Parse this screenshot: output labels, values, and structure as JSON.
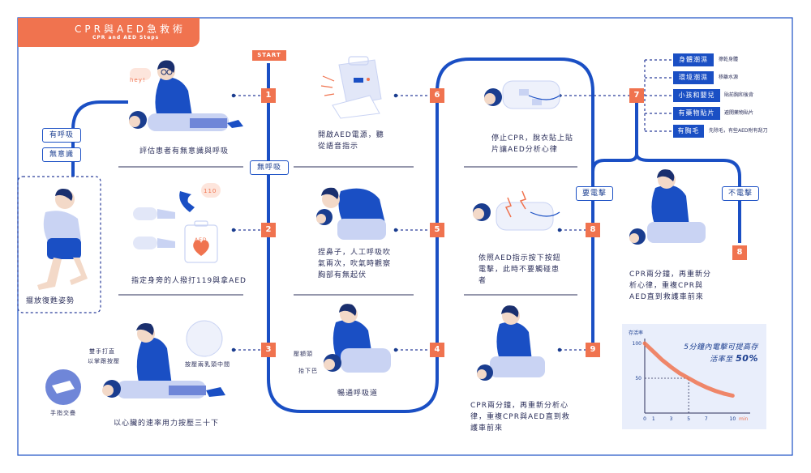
{
  "header": {
    "title": "CPR與AED急救術",
    "subtitle": "CPR and AED Steps"
  },
  "start_label": "START",
  "branch_labels": {
    "breathing": "有呼吸",
    "unconscious": "無意識",
    "no_breathing": "無呼吸",
    "shock_needed": "要電擊",
    "no_shock": "不電擊"
  },
  "steps": [
    {
      "num": "1",
      "text": "評估患者有無意識與呼吸",
      "speech": "hey!"
    },
    {
      "num": "2",
      "text": "指定身旁的人撥打119與拿AED",
      "phone": "110",
      "aed": "AED"
    },
    {
      "num": "3",
      "text": "以心臟的速率用力按壓三十下",
      "notes": [
        "雙手打直",
        "以掌跟按壓",
        "按壓兩乳頭中間",
        "手指交疊"
      ]
    },
    {
      "num": "4",
      "text": "暢通呼吸道",
      "notes": [
        "壓額頭",
        "抬下巴"
      ]
    },
    {
      "num": "5",
      "text": "捏鼻子，人工呼吸吹氣兩次，吹氣時觀察胸部有無起伏"
    },
    {
      "num": "6",
      "text": "開啟AED電源，聽從語音指示"
    },
    {
      "num": "7",
      "text": "停止CPR，脫衣貼上貼片讓AED分析心律"
    },
    {
      "num": "8",
      "text": "依照AED指示按下按鈕電擊，此時不要觸碰患者"
    },
    {
      "num": "9",
      "text": "CPR兩分鐘，再重新分析心律，重複CPR與AED直到救護車前來"
    }
  ],
  "no_shock_node": "8",
  "no_shock_text": "CPR兩分鐘，再重新分析心律，重複CPR與AED直到救護車前來",
  "recovery_text": "擺放復甦姿勢",
  "checklist": [
    {
      "tag": "身體潮濕",
      "note": "擦乾身體"
    },
    {
      "tag": "環境潮濕",
      "note": "移離水源"
    },
    {
      "tag": "小孩和嬰兒",
      "note": "貼前胸和後背"
    },
    {
      "tag": "有藥物貼片",
      "note": "避開藥物貼片"
    },
    {
      "tag": "有胸毛",
      "note": "先除毛，有些AED附有刮刀"
    }
  ],
  "chart_data": {
    "type": "line",
    "ylabel": "存活率",
    "xlabel": "min",
    "annotation": "5分鐘內電擊可提高存活率至",
    "annotation_value": "50%",
    "x_ticks": [
      "0",
      "1",
      "3",
      "5",
      "7",
      "10"
    ],
    "y_ticks": [
      "100",
      "50"
    ],
    "xlim": [
      0,
      12
    ],
    "ylim": [
      0,
      100
    ],
    "series": [
      {
        "x": [
          0,
          1,
          2,
          3,
          4,
          5,
          6,
          7,
          8,
          9,
          10
        ],
        "values": [
          100,
          88,
          76,
          66,
          57,
          50,
          43,
          37,
          32,
          28,
          25
        ]
      }
    ],
    "marker_x": 5,
    "colors": {
      "line": "#f0734f",
      "axis": "#2b2f5a",
      "text": "#1a3d8f"
    }
  }
}
